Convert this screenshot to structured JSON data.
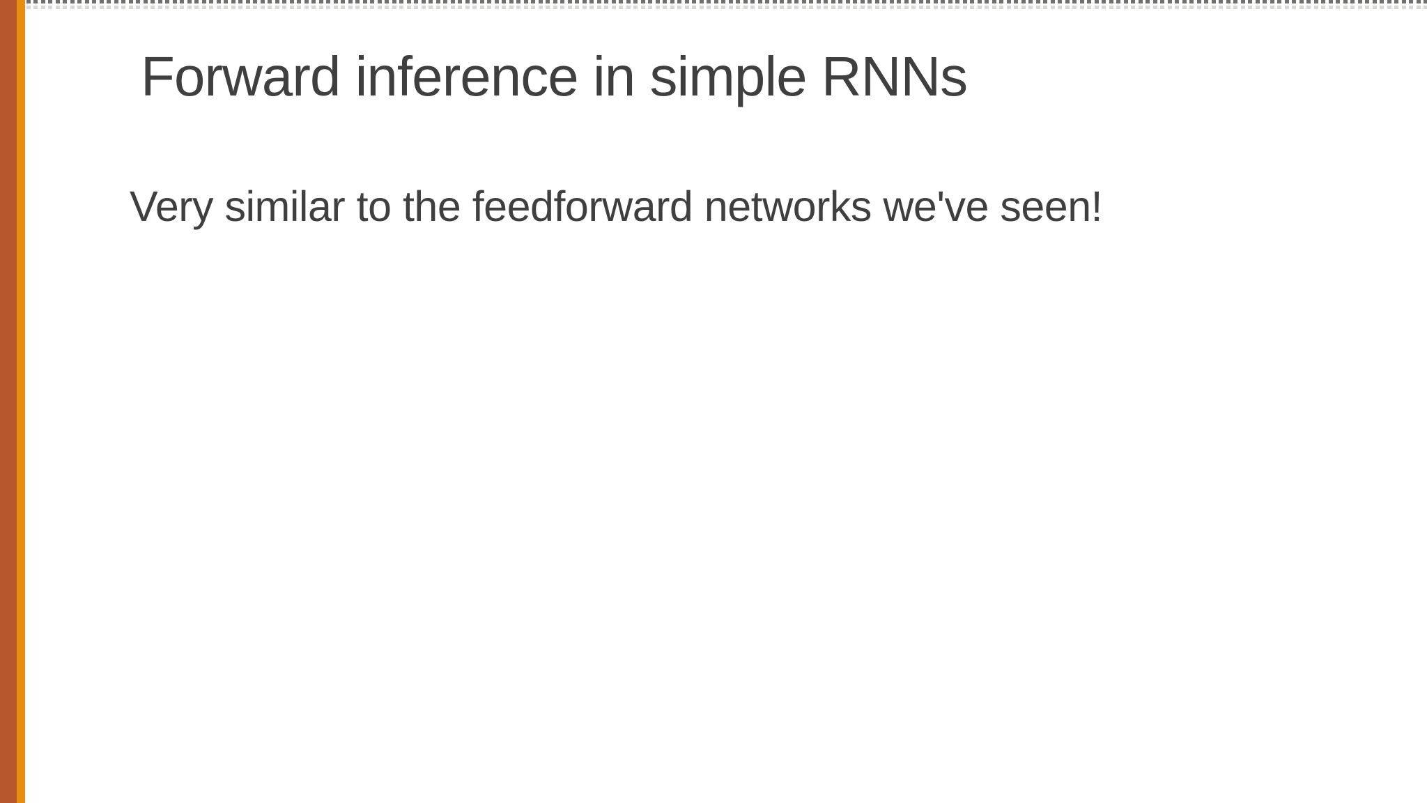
{
  "slide": {
    "title": "Forward inference in simple RNNs",
    "body": "Very similar to the feedforward networks we've seen!"
  },
  "colors": {
    "background": "#ffffff",
    "accent_dark": "#b5562b",
    "accent_bright": "#e88c12",
    "text": "#3f3f3f",
    "top_edge_dash_dark": "#565656",
    "top_edge_dash_light": "#d8d8d4"
  },
  "decor": {
    "top_edge_pattern": "clipped-text-dashes",
    "left_edge": "double-accent-stripe"
  }
}
